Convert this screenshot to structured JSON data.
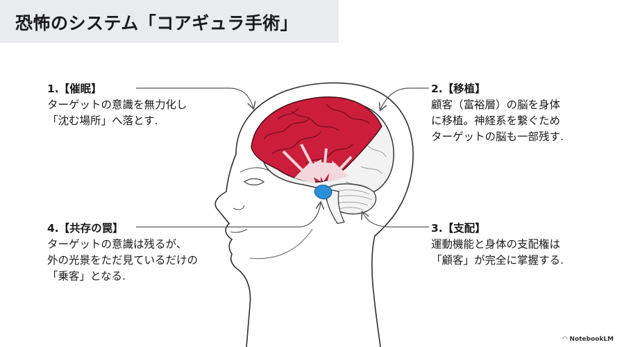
{
  "title": "恐怖のシステム「コアギュラ手術」",
  "steps": [
    {
      "head": "1.【催眠】",
      "lines": [
        "ターゲットの意識を無力化し",
        "「沈む場所」へ落とす."
      ]
    },
    {
      "head": "2.【移植】",
      "lines": [
        "顧客（富裕層）の脳を身体",
        "に移植。神経系を繋ぐため",
        "ターゲットの脳も一部残す."
      ]
    },
    {
      "head": "3.【支配】",
      "lines": [
        "運動機能と身体の支配権は",
        "「顧客」が完全に掌握する."
      ]
    },
    {
      "head": "4.【共存の罠】",
      "lines": [
        "ターゲットの意識は残るが、",
        "外の光景をただ見ているだけの",
        "「乗客」となる."
      ]
    }
  ],
  "logo": "NotebookLM",
  "colors": {
    "brain_red": "#cc1e3a",
    "brainstem_blue": "#2a8fd6",
    "title_bg": "#e9ebee"
  }
}
